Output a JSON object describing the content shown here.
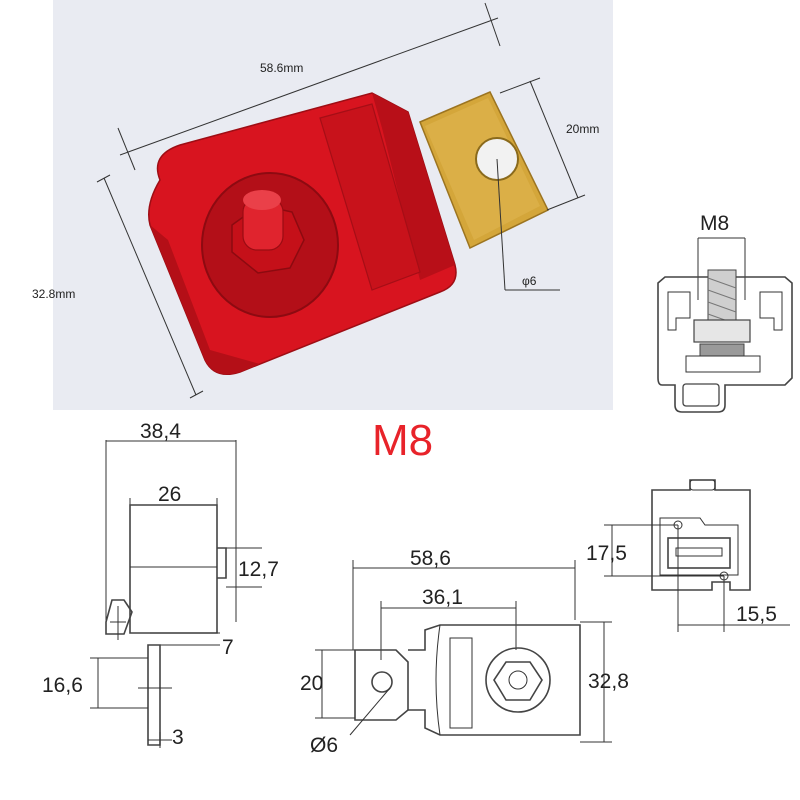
{
  "title": "M8",
  "photo": {
    "length": "58.6mm",
    "width": "32.8mm",
    "tab_width": "20mm",
    "hole": "φ6"
  },
  "section_view": {
    "thread": "M8"
  },
  "side_view": {
    "overall_height": "38,4",
    "body_height": "26",
    "tab_offset": "12,7",
    "base_gap": "7",
    "tab_length": "16,6",
    "tab_thickness": "3"
  },
  "top_view": {
    "overall_length": "58,6",
    "hole_to_stud": "36,1",
    "tab_width": "20",
    "body_width": "32,8",
    "hole_diameter": "Ø6"
  },
  "end_view": {
    "hole_pitch_y": "17,5",
    "hole_pitch_x": "15,5"
  },
  "colors": {
    "title": "#e8232a",
    "housing_red": "#d8141f",
    "brass": "#d4a63a"
  }
}
